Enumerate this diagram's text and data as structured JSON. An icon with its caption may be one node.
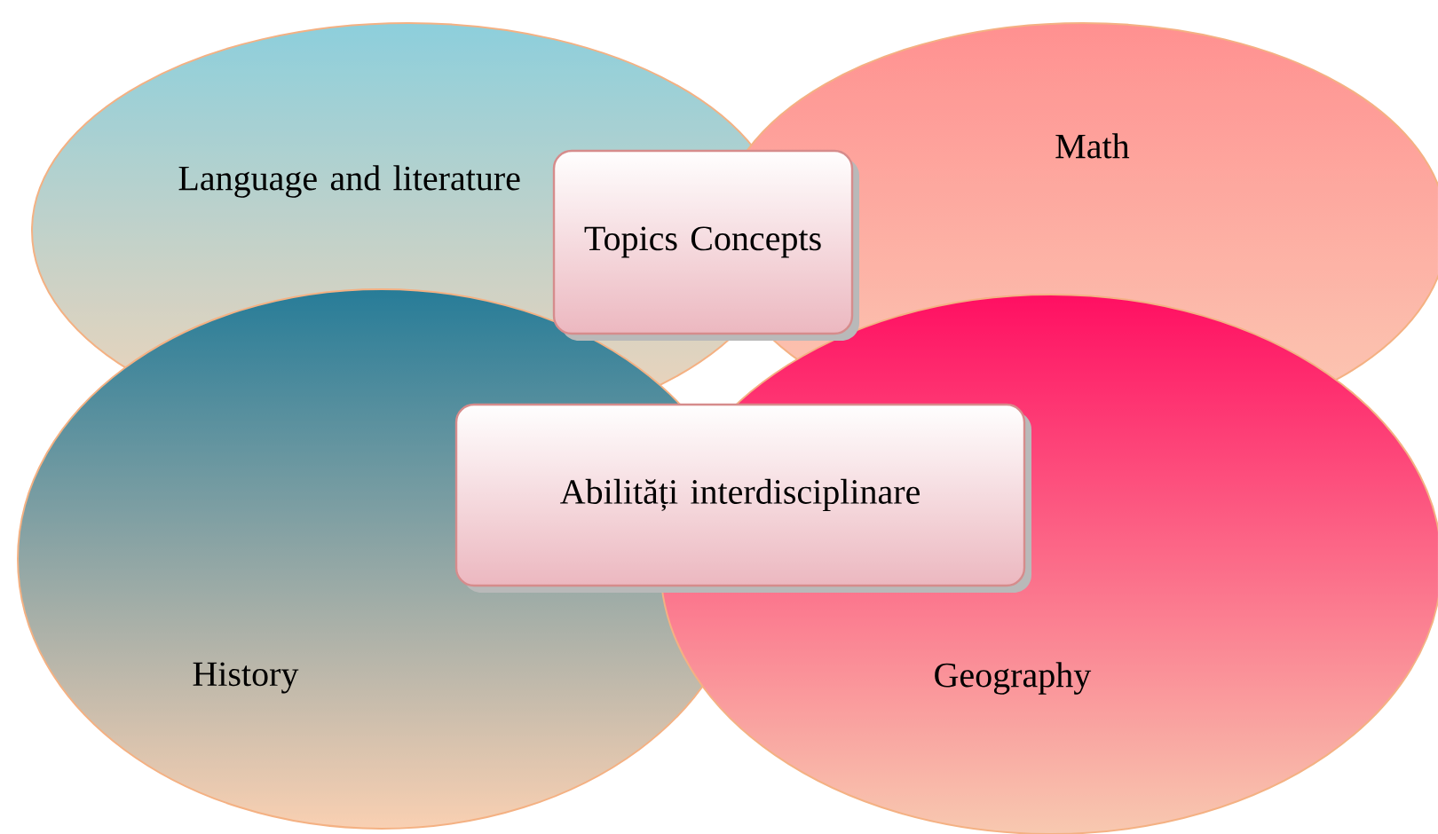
{
  "diagram": {
    "nodes": [
      {
        "text": [
          "Language and literature"
        ]
      },
      {
        "text": [
          "Math"
        ]
      },
      {
        "text": [
          "History"
        ]
      },
      {
        "text": [
          "Geography"
        ]
      },
      {
        "text": [
          "Topics Concepts"
        ]
      },
      {
        "text": [
          "Abilități interdisciplinare"
        ]
      }
    ]
  }
}
